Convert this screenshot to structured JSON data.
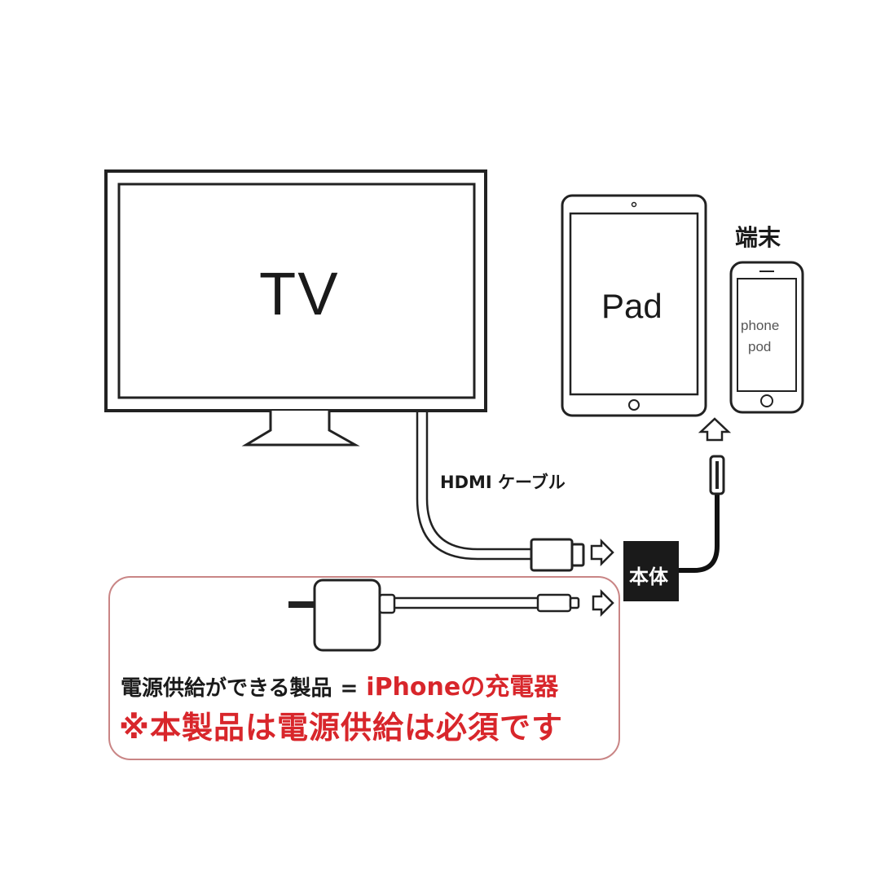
{
  "labels": {
    "tv": "TV",
    "pad": "Pad",
    "terminal": "端末",
    "phone_line1": "phone",
    "phone_line2": "pod",
    "hdmi_cable": "HDMI ケーブル",
    "unit": "本体"
  },
  "note": {
    "line1_prefix": "電源供給ができる製品",
    "line1_equals": "=",
    "line1_highlight": "iPhoneの充電器",
    "line2": "※本製品は電源供給は必須です"
  },
  "colors": {
    "accent_red": "#d8262b",
    "note_border": "#c98585",
    "line": "#222222",
    "unit_box": "#1a1a1a"
  }
}
